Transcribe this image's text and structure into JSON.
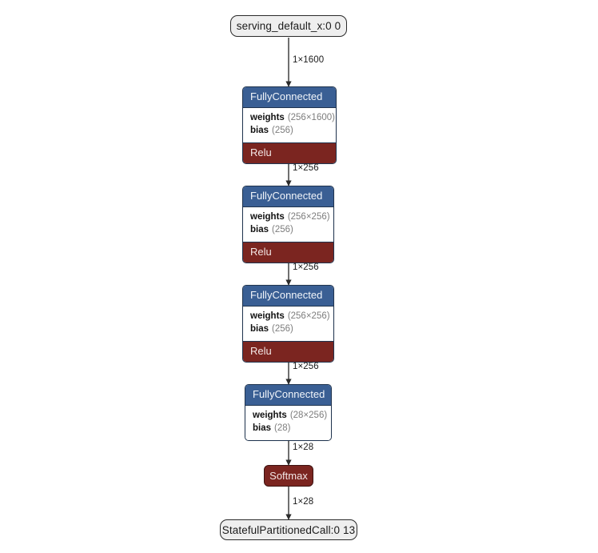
{
  "diagram": {
    "type": "neural-network-graph",
    "orientation": "top-to-bottom",
    "background_color": "#ffffff",
    "colors": {
      "layer_header": "#3a5f94",
      "activation": "#7b2520",
      "io_fill": "#eeeeee",
      "border": "#2a2a2a",
      "edge": "#2b2b2b",
      "attr_value_text": "#7d7d7d"
    }
  },
  "nodes": {
    "input": {
      "label": "serving_default_x:0 0",
      "kind": "io"
    },
    "fc1": {
      "title": "FullyConnected",
      "attrs": [
        {
          "key": "weights",
          "value": "(256×1600)"
        },
        {
          "key": "bias",
          "value": "(256)"
        }
      ],
      "activation": "Relu"
    },
    "fc2": {
      "title": "FullyConnected",
      "attrs": [
        {
          "key": "weights",
          "value": "(256×256)"
        },
        {
          "key": "bias",
          "value": "(256)"
        }
      ],
      "activation": "Relu"
    },
    "fc3": {
      "title": "FullyConnected",
      "attrs": [
        {
          "key": "weights",
          "value": "(256×256)"
        },
        {
          "key": "bias",
          "value": "(256)"
        }
      ],
      "activation": "Relu"
    },
    "fc4": {
      "title": "FullyConnected",
      "attrs": [
        {
          "key": "weights",
          "value": "(28×256)"
        },
        {
          "key": "bias",
          "value": "(28)"
        }
      ],
      "activation": null
    },
    "softmax": {
      "label": "Softmax",
      "kind": "op"
    },
    "output": {
      "label": "StatefulPartitionedCall:0 13",
      "kind": "io"
    }
  },
  "edges": [
    {
      "from": "input",
      "to": "fc1",
      "label": "1×1600"
    },
    {
      "from": "fc1",
      "to": "fc2",
      "label": "1×256"
    },
    {
      "from": "fc2",
      "to": "fc3",
      "label": "1×256"
    },
    {
      "from": "fc3",
      "to": "fc4",
      "label": "1×256"
    },
    {
      "from": "fc4",
      "to": "softmax",
      "label": "1×28"
    },
    {
      "from": "softmax",
      "to": "output",
      "label": "1×28"
    }
  ]
}
